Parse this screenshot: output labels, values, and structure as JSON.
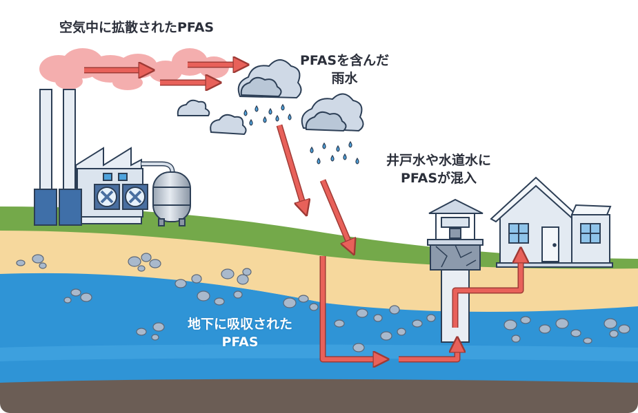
{
  "labels": {
    "airborne": "空気中に拡散されたPFAS",
    "rain_line1": "PFASを含んだ",
    "rain_line2": "雨水",
    "groundwater_line1": "井戸水や水道水に",
    "groundwater_line2": "PFASが混入",
    "soil_line1": "地下に吸収された",
    "soil_line2": "PFAS"
  },
  "colors": {
    "arrow": "#e8615a",
    "arrow_outline": "#9e3a35",
    "smoke": "#f3a0a0",
    "grass": "#74a94a",
    "sand": "#f6d89d",
    "water": "#2f94d6",
    "bedrock": "#6b5d55",
    "label_dark": "#2b2f3a",
    "label_light": "#ffffff"
  },
  "icons": [
    "factory-icon",
    "cloud-icon",
    "rain-drop-icon",
    "well-icon",
    "house-icon",
    "pebble-icon"
  ]
}
